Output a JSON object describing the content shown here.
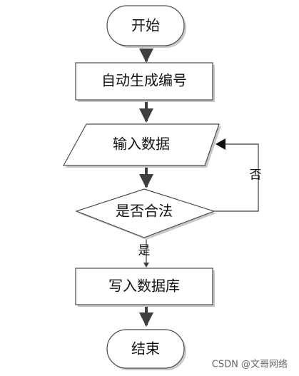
{
  "nodes": {
    "start": "开始",
    "generate": "自动生成编号",
    "input": "输入数据",
    "check": "是否合法",
    "write": "写入数据库",
    "end": "结束"
  },
  "edges": {
    "yes": "是",
    "no": "否"
  },
  "watermark": "CSDN @文哥网络",
  "colors": {
    "node_fill": "#ffffff",
    "node_shadow": "#c8c8c8",
    "node_stroke": "#4a4a4a",
    "arrow": "#3f3f3f",
    "text": "#111111"
  }
}
